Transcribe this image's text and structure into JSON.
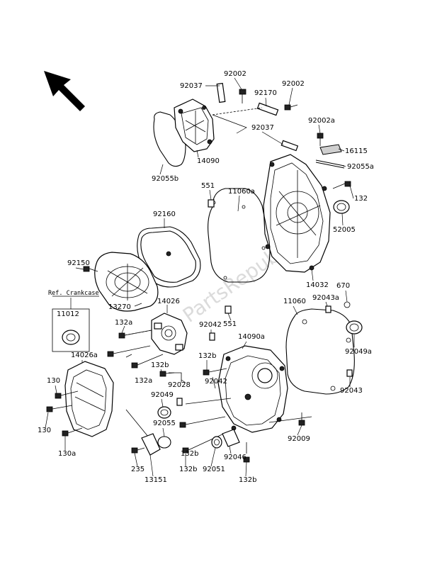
{
  "watermark": "PartsRepublik",
  "ref_note": "Ref. Crankcase",
  "part_labels": [
    "92037",
    "92002",
    "92170",
    "92002",
    "92002a",
    "92037",
    "16115",
    "92055a",
    "132",
    "14090",
    "92055b",
    "551",
    "11060a",
    "52005",
    "92160",
    "92150",
    "14032",
    "670",
    "11012",
    "13270",
    "14026",
    "11060",
    "92043a",
    "132a",
    "92042",
    "14090a",
    "92049a",
    "14026a",
    "132b",
    "132a",
    "132b",
    "92028",
    "92042",
    "130",
    "92049",
    "92043",
    "130",
    "92055",
    "92009",
    "130a",
    "235",
    "132b",
    "92051",
    "92046",
    "13151",
    "132b",
    "132b",
    "551"
  ]
}
